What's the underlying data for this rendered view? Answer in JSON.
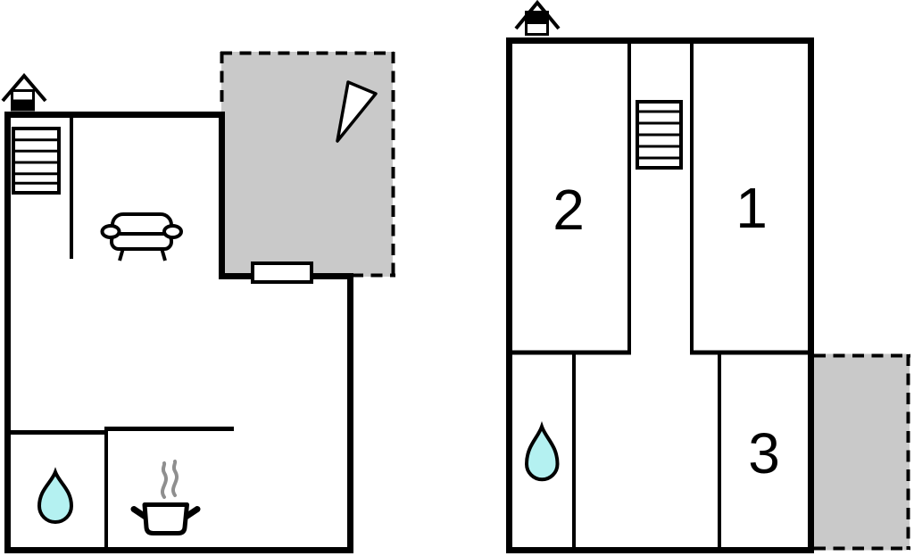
{
  "colors": {
    "wall": "#000000",
    "terrace_fill": "#c9c9c9",
    "water_drop_fill": "#b4f1f1",
    "steam": "#8f8f8f",
    "paper": "#ffffff"
  },
  "ground_floor": {
    "icons": {
      "chimney": "chimney-icon",
      "stairs": "stairs-icon",
      "sofa": "sofa-icon",
      "terrace_door": "terrace-door",
      "north_arrow": "north-arrow-icon",
      "water_drop": "water-drop-icon (bathroom)",
      "cooking_pot": "cooking-pot-icon (kitchen)"
    }
  },
  "first_floor": {
    "room_labels": {
      "room1": "1",
      "room2": "2",
      "room3": "3"
    },
    "icons": {
      "chimney": "chimney-icon",
      "stairs": "stairs-icon",
      "water_drop": "water-drop-icon (bathroom)"
    }
  }
}
